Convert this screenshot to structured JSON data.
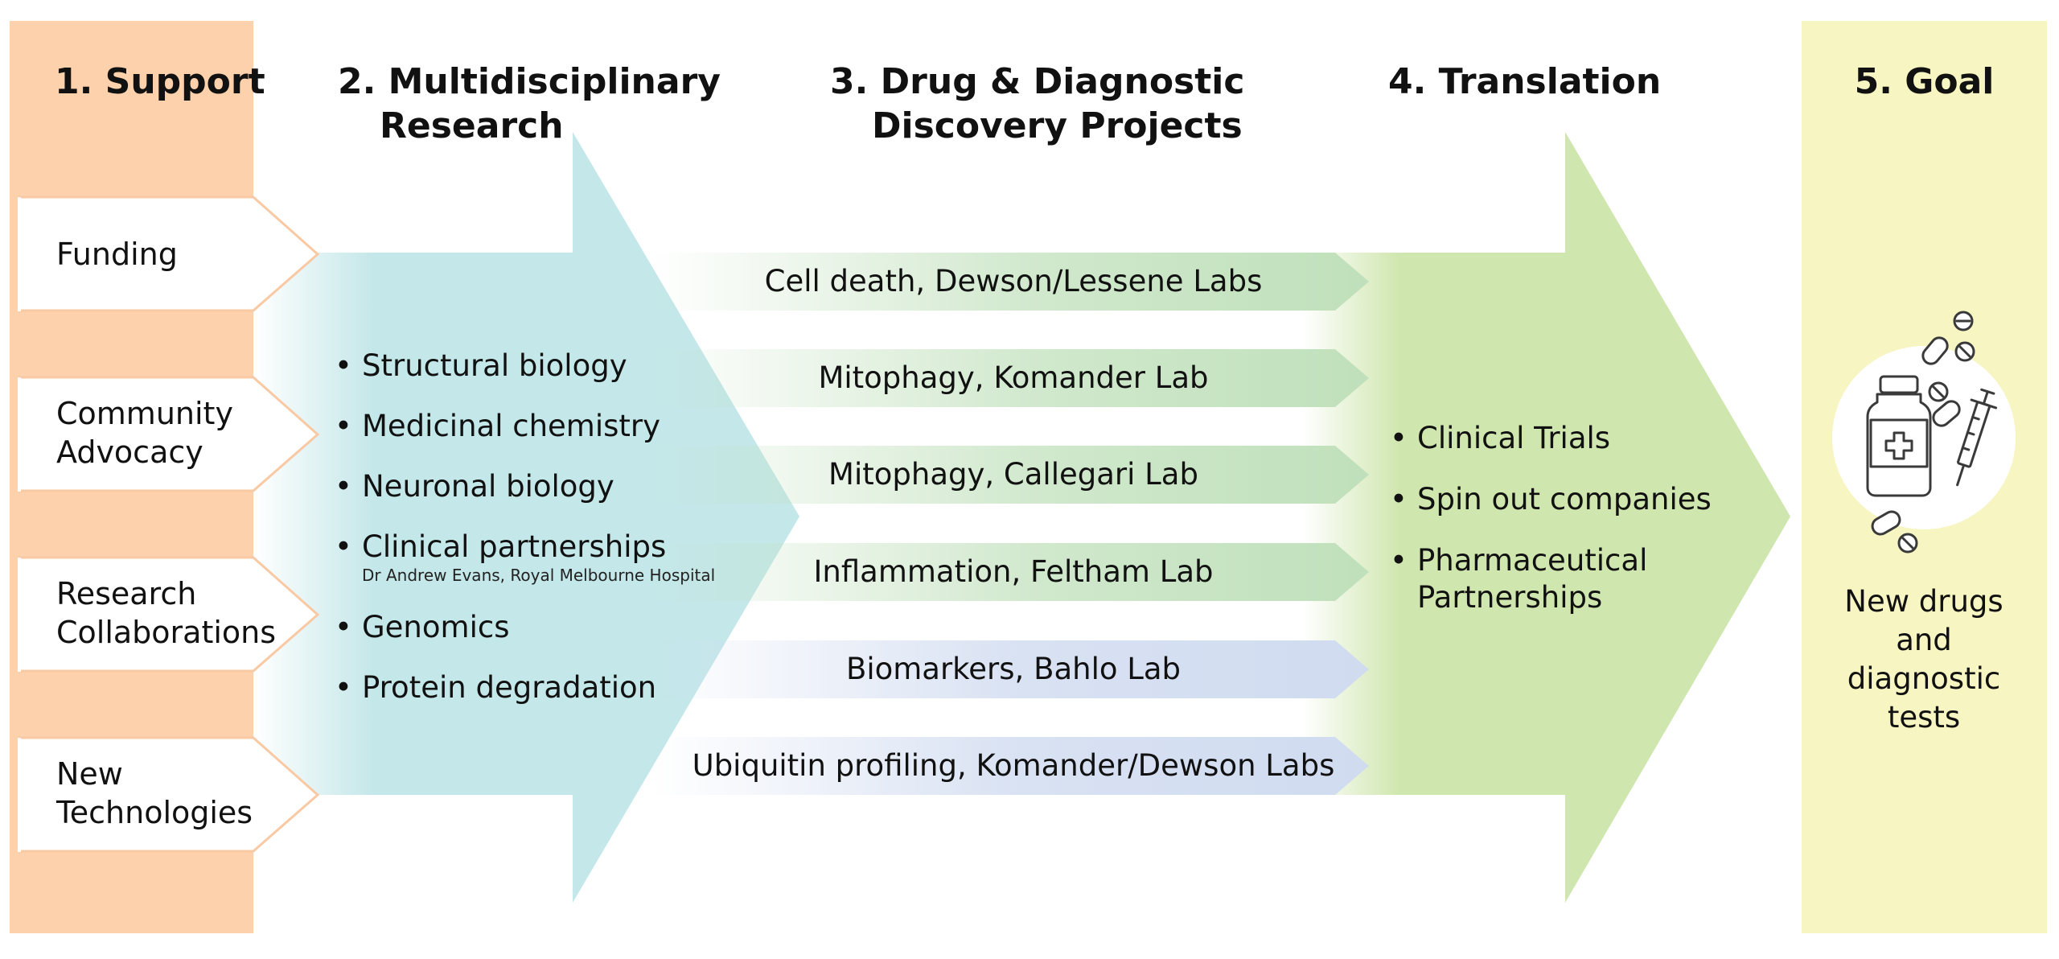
{
  "columns": [
    {
      "title": "1. Support"
    },
    {
      "title": "2. Multidisciplinary\nResearch"
    },
    {
      "title": "3. Drug & Diagnostic\nDiscovery Projects"
    },
    {
      "title": "4. Translation"
    },
    {
      "title": "5. Goal"
    }
  ],
  "support": {
    "items": [
      {
        "label": "Funding"
      },
      {
        "label": "Community\nAdvocacy"
      },
      {
        "label": "Research\nCollaborations"
      },
      {
        "label": "New\nTechnologies"
      }
    ]
  },
  "research": {
    "items": [
      {
        "label": "Structural biology",
        "sub": ""
      },
      {
        "label": "Medicinal chemistry",
        "sub": ""
      },
      {
        "label": "Neuronal biology",
        "sub": ""
      },
      {
        "label": "Clinical partnerships",
        "sub": "Dr Andrew Evans, Royal Melbourne Hospital"
      },
      {
        "label": "Genomics",
        "sub": ""
      },
      {
        "label": "Protein degradation",
        "sub": ""
      }
    ]
  },
  "projects": {
    "items": [
      {
        "label": "Cell death, Dewson/Lessene Labs",
        "group": "green"
      },
      {
        "label": "Mitophagy, Komander Lab",
        "group": "green"
      },
      {
        "label": "Mitophagy, Callegari Lab",
        "group": "green"
      },
      {
        "label": "Inflammation, Feltham Lab",
        "group": "green"
      },
      {
        "label": "Biomarkers, Bahlo Lab",
        "group": "blue"
      },
      {
        "label": "Ubiquitin profiling, Komander/Dewson Labs",
        "group": "blue"
      }
    ]
  },
  "translation": {
    "items": [
      {
        "label": "Clinical Trials"
      },
      {
        "label": "Spin out companies"
      },
      {
        "label": "Pharmaceutical\nPartnerships"
      }
    ]
  },
  "goal": {
    "text": "New drugs\nand diagnostic\ntests",
    "icon": "medicine-bottle-syringe-icon"
  },
  "colors": {
    "support": "#fdd1ac",
    "support_outline": "#f9c9a3",
    "research": "#c4e7e9",
    "project_green": "#c0e0bb",
    "project_blue": "#d0dbf0",
    "translation": "#cfe6ae",
    "goal": "#f7f5c2",
    "icon_stroke": "#3a3a3a"
  }
}
